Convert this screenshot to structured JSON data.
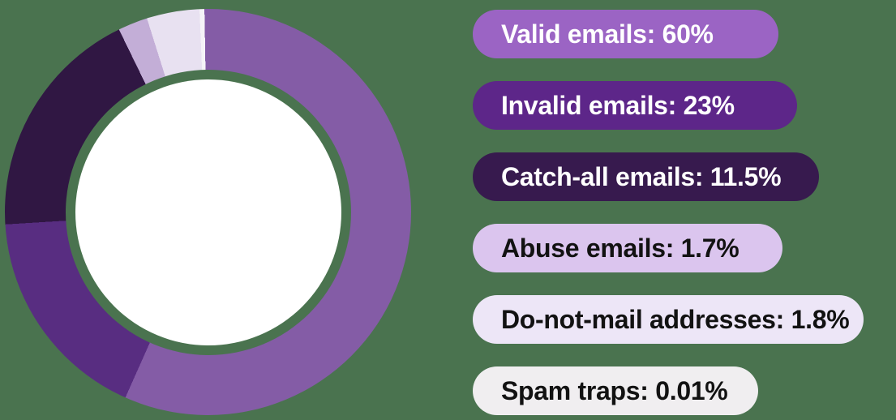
{
  "background_color": "#4A734F",
  "chart_data": {
    "type": "pie",
    "variant": "donut",
    "legend_position": "right",
    "hole_color": "#FFFFFF",
    "start_angle_deg": -1,
    "direction": "clockwise-from-top",
    "slices": [
      {
        "label": "Valid emails",
        "value_pct": 60,
        "color": "#845CA6",
        "rendered_sweep_deg": 205.0
      },
      {
        "label": "Invalid emails",
        "value_pct": 23,
        "color": "#582D81",
        "rendered_sweep_deg": 62.5
      },
      {
        "label": "Catch-all emails",
        "value_pct": 11.5,
        "color": "#301743",
        "rendered_sweep_deg": 67.5
      },
      {
        "label": "Abuse emails",
        "value_pct": 1.7,
        "color": "#C3AED7",
        "rendered_sweep_deg": 8.5
      },
      {
        "label": "Do-not-mail addresses",
        "value_pct": 1.8,
        "color": "#E8E1F1",
        "rendered_sweep_deg": 15.1
      },
      {
        "label": "Spam traps",
        "value_pct": 0.01,
        "color": "#F5F3F7",
        "rendered_sweep_deg": 1.4
      }
    ]
  },
  "legend": {
    "items": [
      {
        "label": "Valid emails: 60%",
        "bg": "#9B64C4",
        "fg": "#FFFFFF"
      },
      {
        "label": "Invalid emails: 23%",
        "bg": "#5D2689",
        "fg": "#FFFFFF"
      },
      {
        "label": "Catch-all emails: 11.5%",
        "bg": "#371A4E",
        "fg": "#FFFFFF"
      },
      {
        "label": "Abuse emails: 1.7%",
        "bg": "#DBC5EE",
        "fg": "#121212"
      },
      {
        "label": "Do-not-mail addresses: 1.8%",
        "bg": "#EDE6F7",
        "fg": "#121212"
      },
      {
        "label": "Spam traps: 0.01%",
        "bg": "#F0EEF0",
        "fg": "#121212"
      }
    ]
  }
}
